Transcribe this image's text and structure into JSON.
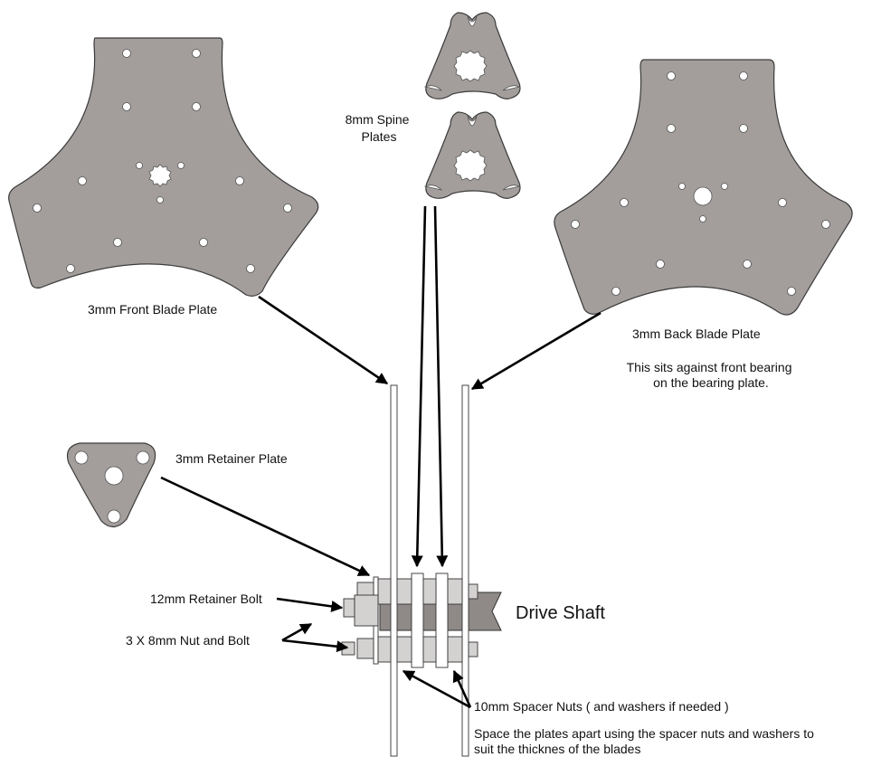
{
  "labels": {
    "spine_plates": [
      "8mm Spine",
      "Plates"
    ],
    "front_blade": "3mm Front Blade Plate",
    "back_blade": "3mm Back Blade Plate",
    "back_note": [
      "This sits against front bearing",
      "on the bearing plate."
    ],
    "retainer_plate": "3mm Retainer Plate",
    "retainer_bolt": "12mm Retainer Bolt",
    "nut_bolt": "3 X 8mm Nut and Bolt",
    "drive_shaft": "Drive Shaft",
    "spacer_nuts": "10mm Spacer Nuts ( and washers if needed )",
    "spacing_note": [
      "Space the plates apart using the spacer nuts and washers to",
      "suit the thicknes of the blades"
    ]
  },
  "colors": {
    "plate": "#a39e9c",
    "plate_outline": "#3b3b3b",
    "shaft": "#8f8a88",
    "arrow": "#000000"
  }
}
